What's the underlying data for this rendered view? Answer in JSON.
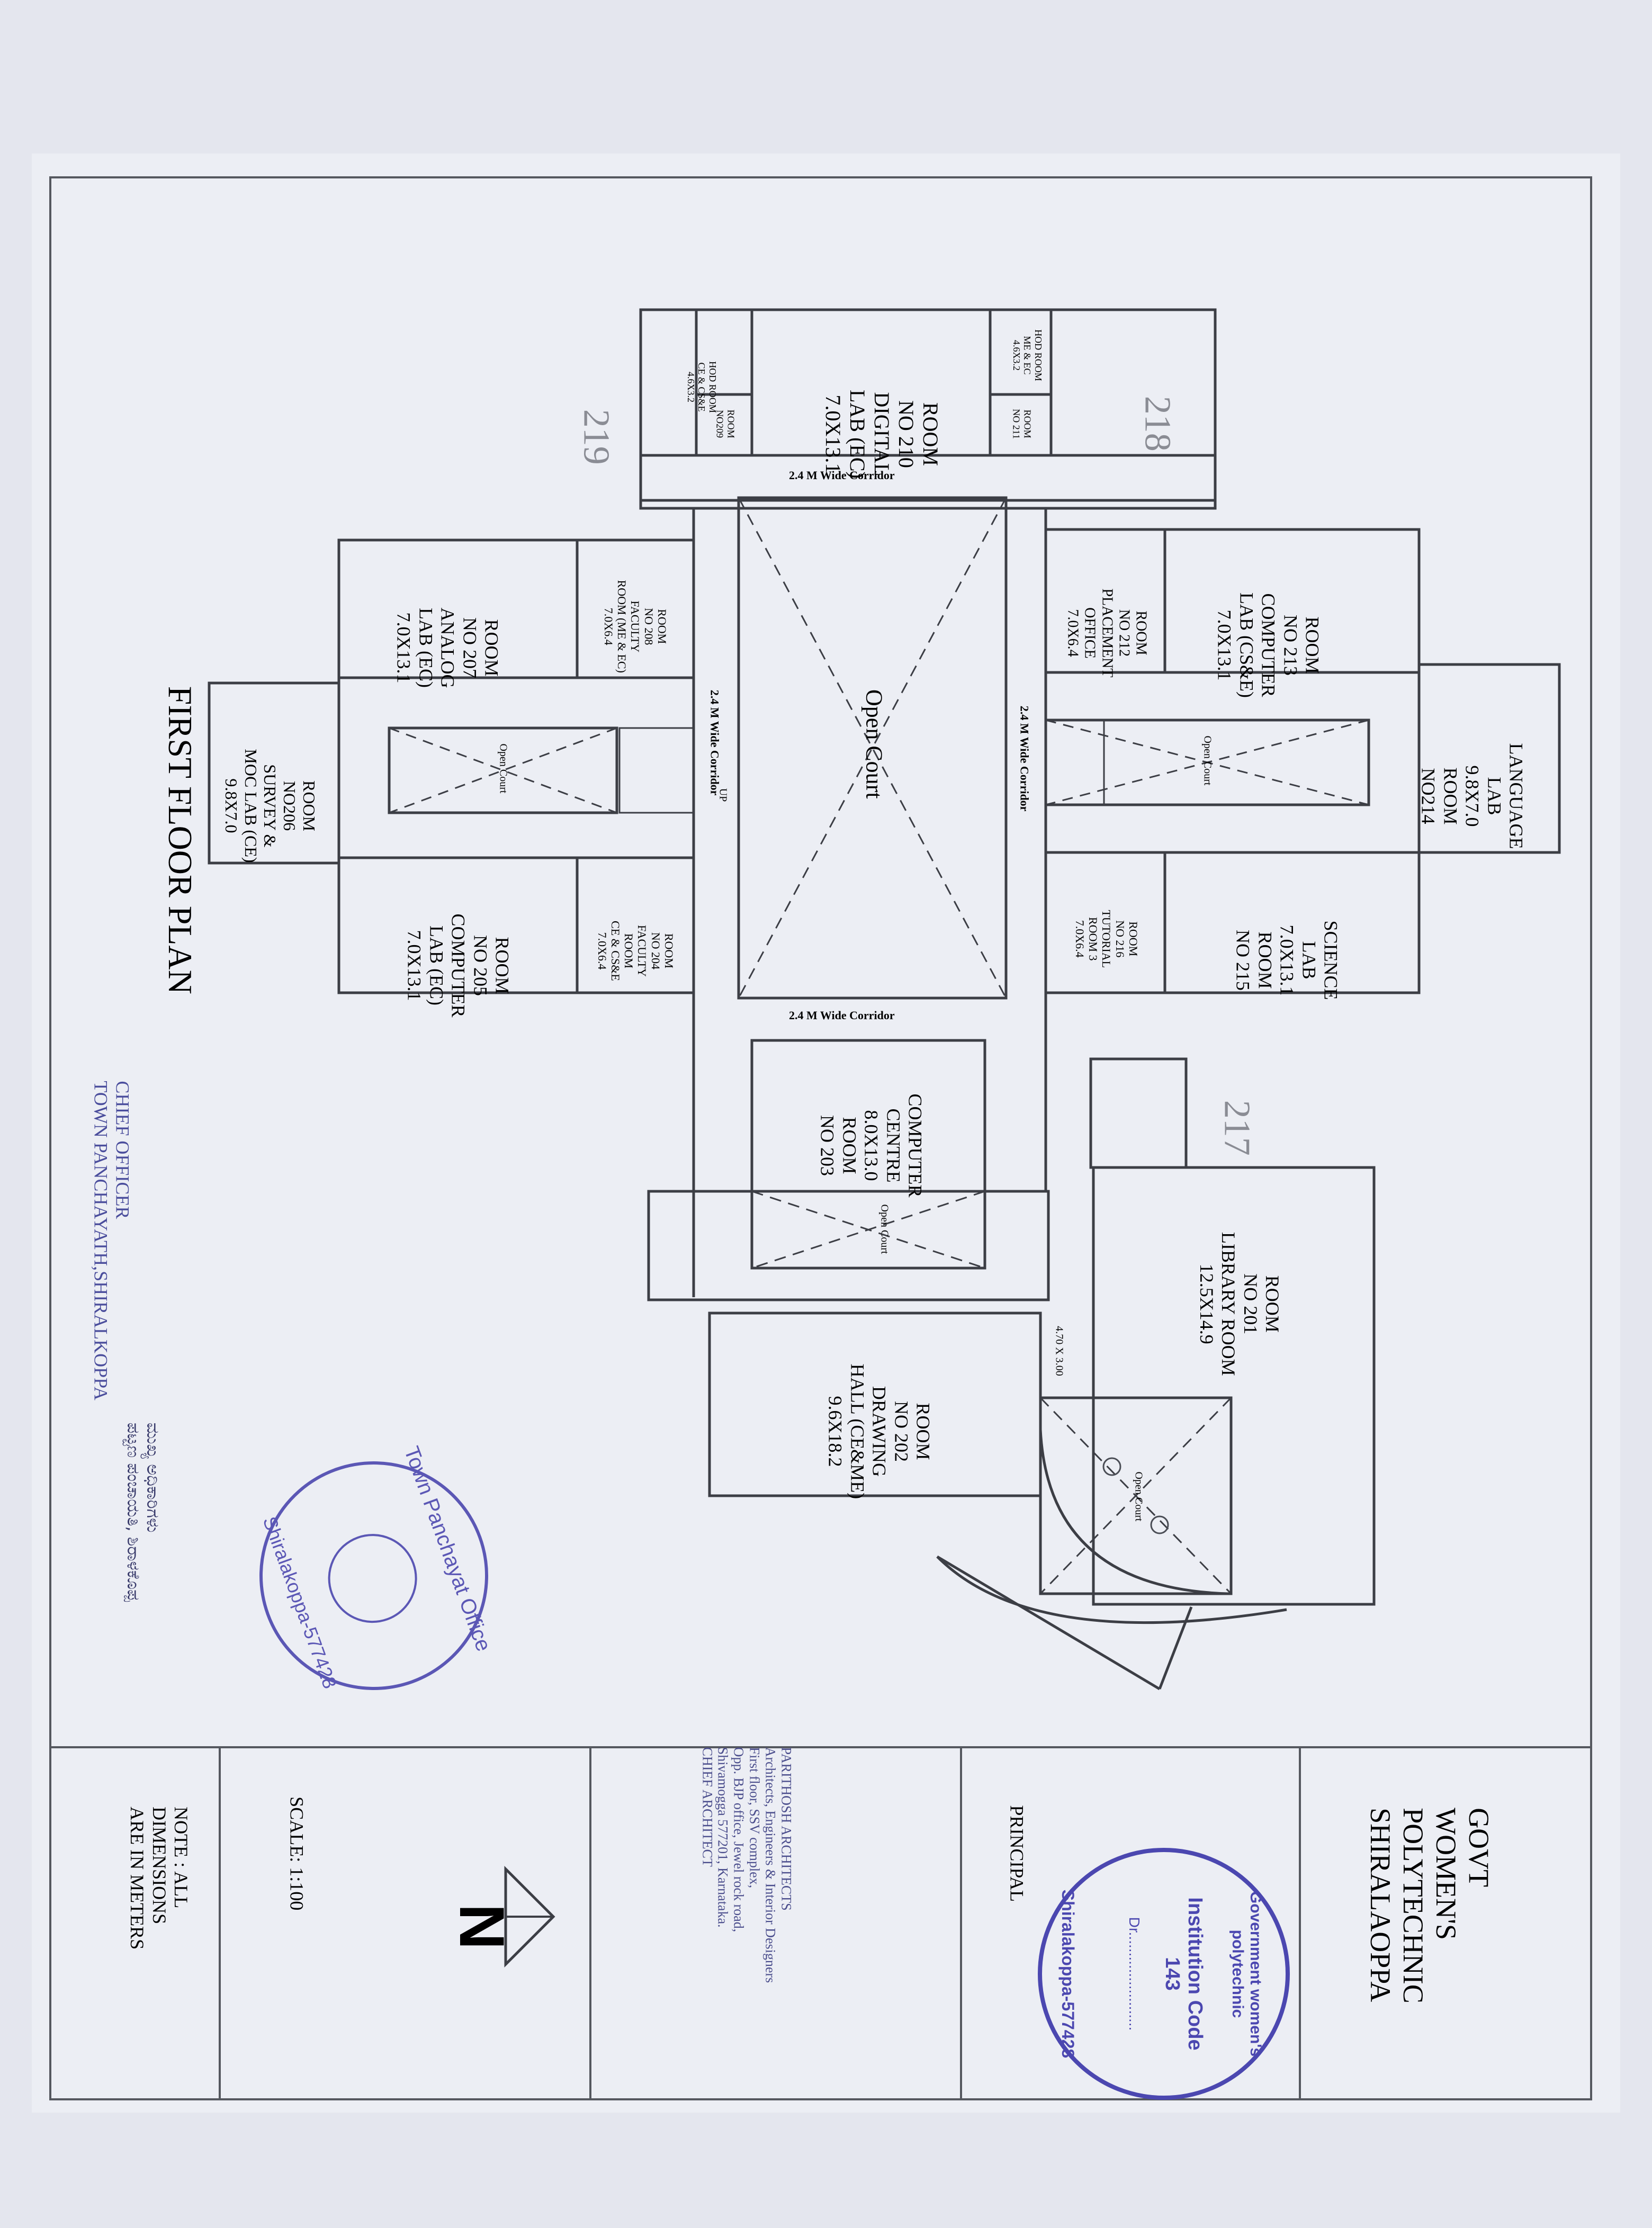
{
  "sheet_title": "FIRST FLOOR PLAN",
  "rooms": [
    {
      "id": "r210",
      "label": "ROOM\nNO 210\nDIGITAL\nLAB (EC)\n7.0X13.1"
    },
    {
      "id": "rhodce",
      "label": "HOD ROOM\nCE & CS&E\n4.6X3.2"
    },
    {
      "id": "r209",
      "label": "ROOM\nNO209"
    },
    {
      "id": "rhodme",
      "label": "HOD ROOM\nME & EC\n4.6X3.2"
    },
    {
      "id": "r211",
      "label": "ROOM\nNO 211"
    },
    {
      "id": "r207",
      "label": "ROOM\nNO 207\nANALOG\nLAB (EC)\n7.0X13.1"
    },
    {
      "id": "r208",
      "label": "ROOM\nNO 208\nFACULTY\nROOM (ME & EC)\n7.0X6.4"
    },
    {
      "id": "r206",
      "label": "ROOM\nNO206\nSURVEY &\nMOC LAB (CE)\n9.8X7.0"
    },
    {
      "id": "r205",
      "label": "ROOM\nNO 205\nCOMPUTER\nLAB (EC)\n7.0X13.1"
    },
    {
      "id": "r204",
      "label": "ROOM\nNO 204\nFACULTY\nROOM\nCE & CS&E\n7.0X6.4"
    },
    {
      "id": "r213",
      "label": "ROOM\nNO 213\nCOMPUTER\nLAB (CS&E)\n7.0X13.1"
    },
    {
      "id": "r212",
      "label": "ROOM\nNO 212\nPLACEMENT\nOFFICE\n7.0X6.4"
    },
    {
      "id": "r214",
      "label": "LANGUAGE\nLAB\n9.8X7.0\nROOM\nNO214"
    },
    {
      "id": "r215",
      "label": "SCIENCE\nLAB\n7.0X13.1\nROOM\nNO 215"
    },
    {
      "id": "r216",
      "label": "ROOM\nNO 216\nTUTORIAL\nROOM 3\n7.0X6.4"
    },
    {
      "id": "r203",
      "label": "COMPUTER\nCENTRE\n8.0X13.0\nROOM\nNO 203"
    },
    {
      "id": "r201",
      "label": "ROOM\nNO 201\nLIBRARY ROOM\n12.5X14.9"
    },
    {
      "id": "r202",
      "label": "ROOM\nNO 202\nDRAWING\nHALL (CE&ME)\n9.6X18.2"
    }
  ],
  "labels": {
    "open_court": "Open Court",
    "corridor": "2.4 M  Wide Corridor",
    "up": "UP",
    "dim_470": "4.70 X 3.00",
    "hand_219": "219",
    "hand_218": "218",
    "hand_217": "217"
  },
  "title_block": {
    "institution": "GOVT\nWOMEN'S\nPOLYTECHNIC\nSHIRALAOPPA",
    "principal": "PRINCIPAL",
    "architect": "PARITHOSH ARCHITECTS\nArchitects, Engineers & Interior Designers\nFirst floor, SSV complex,\nOpp. BJP office, Jewel rock road,\nShivamogga 577201, Karnataka.\nCHIEF ARCHITECT",
    "north": "N",
    "scale": "SCALE: 1:100",
    "note": "NOTE : ALL\nDIMENSIONS\nARE IN METERS"
  },
  "stamps": {
    "town": {
      "top": "Town Panchayat Office",
      "bottom": "Shiralakoppa-577428"
    },
    "college": {
      "top": "Government women's polytechnic",
      "code": "Institution Code\n143",
      "dr": "Dr........................",
      "bottom": "Shiralakoppa-577428"
    }
  },
  "signoff": {
    "chief": "CHIEF OFFICER\nTOWN PANCHAYATH,SHIRALKOPPA",
    "kannada": "ಮುಖ್ಯ ಅಧಿಕಾರಿಗಳು\nಪಟ್ಟಣ ಪಂಚಾಯತಿ, ಶಿರಾಳಕೊಪ್ಪ"
  }
}
